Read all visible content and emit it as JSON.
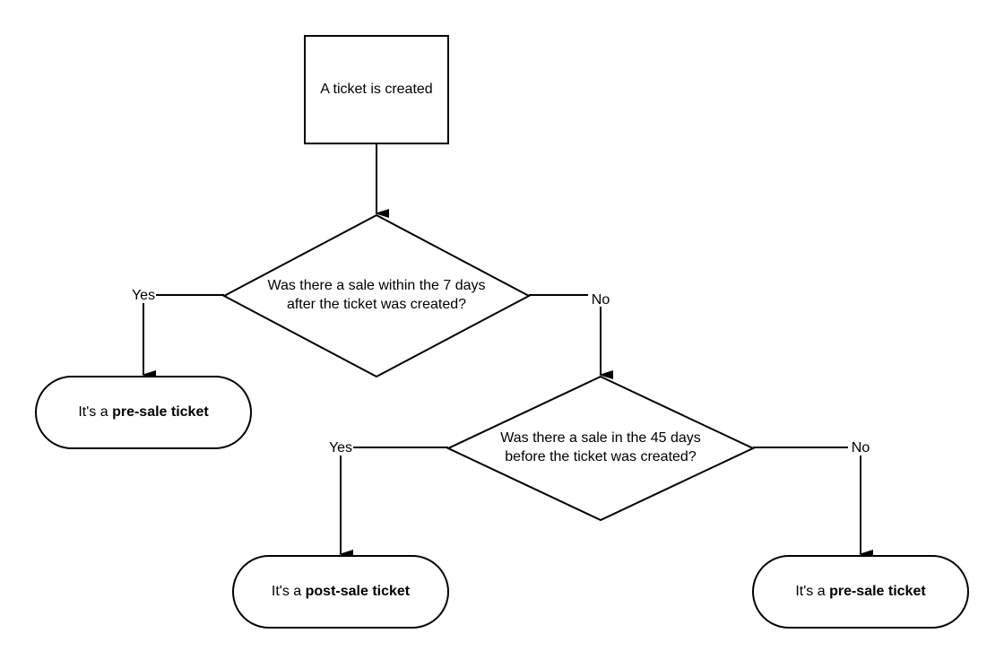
{
  "diagram": {
    "start": {
      "label": "A ticket is created"
    },
    "decision_1": {
      "line1": "Was there a sale within the 7 days",
      "line2": "after the ticket was created?",
      "yes_label": "Yes",
      "no_label": "No"
    },
    "result_1": {
      "prefix": "It's a ",
      "bold": "pre-sale ticket"
    },
    "decision_2": {
      "line1": "Was there a sale in the 45 days",
      "line2": "before the ticket was created?",
      "yes_label": "Yes",
      "no_label": "No"
    },
    "result_2": {
      "prefix": "It's a ",
      "bold": "post-sale ticket"
    },
    "result_3": {
      "prefix": "It's a ",
      "bold": "pre-sale ticket"
    },
    "colors": {
      "stroke": "#000000",
      "fill": "#ffffff",
      "text": "#000000"
    }
  }
}
